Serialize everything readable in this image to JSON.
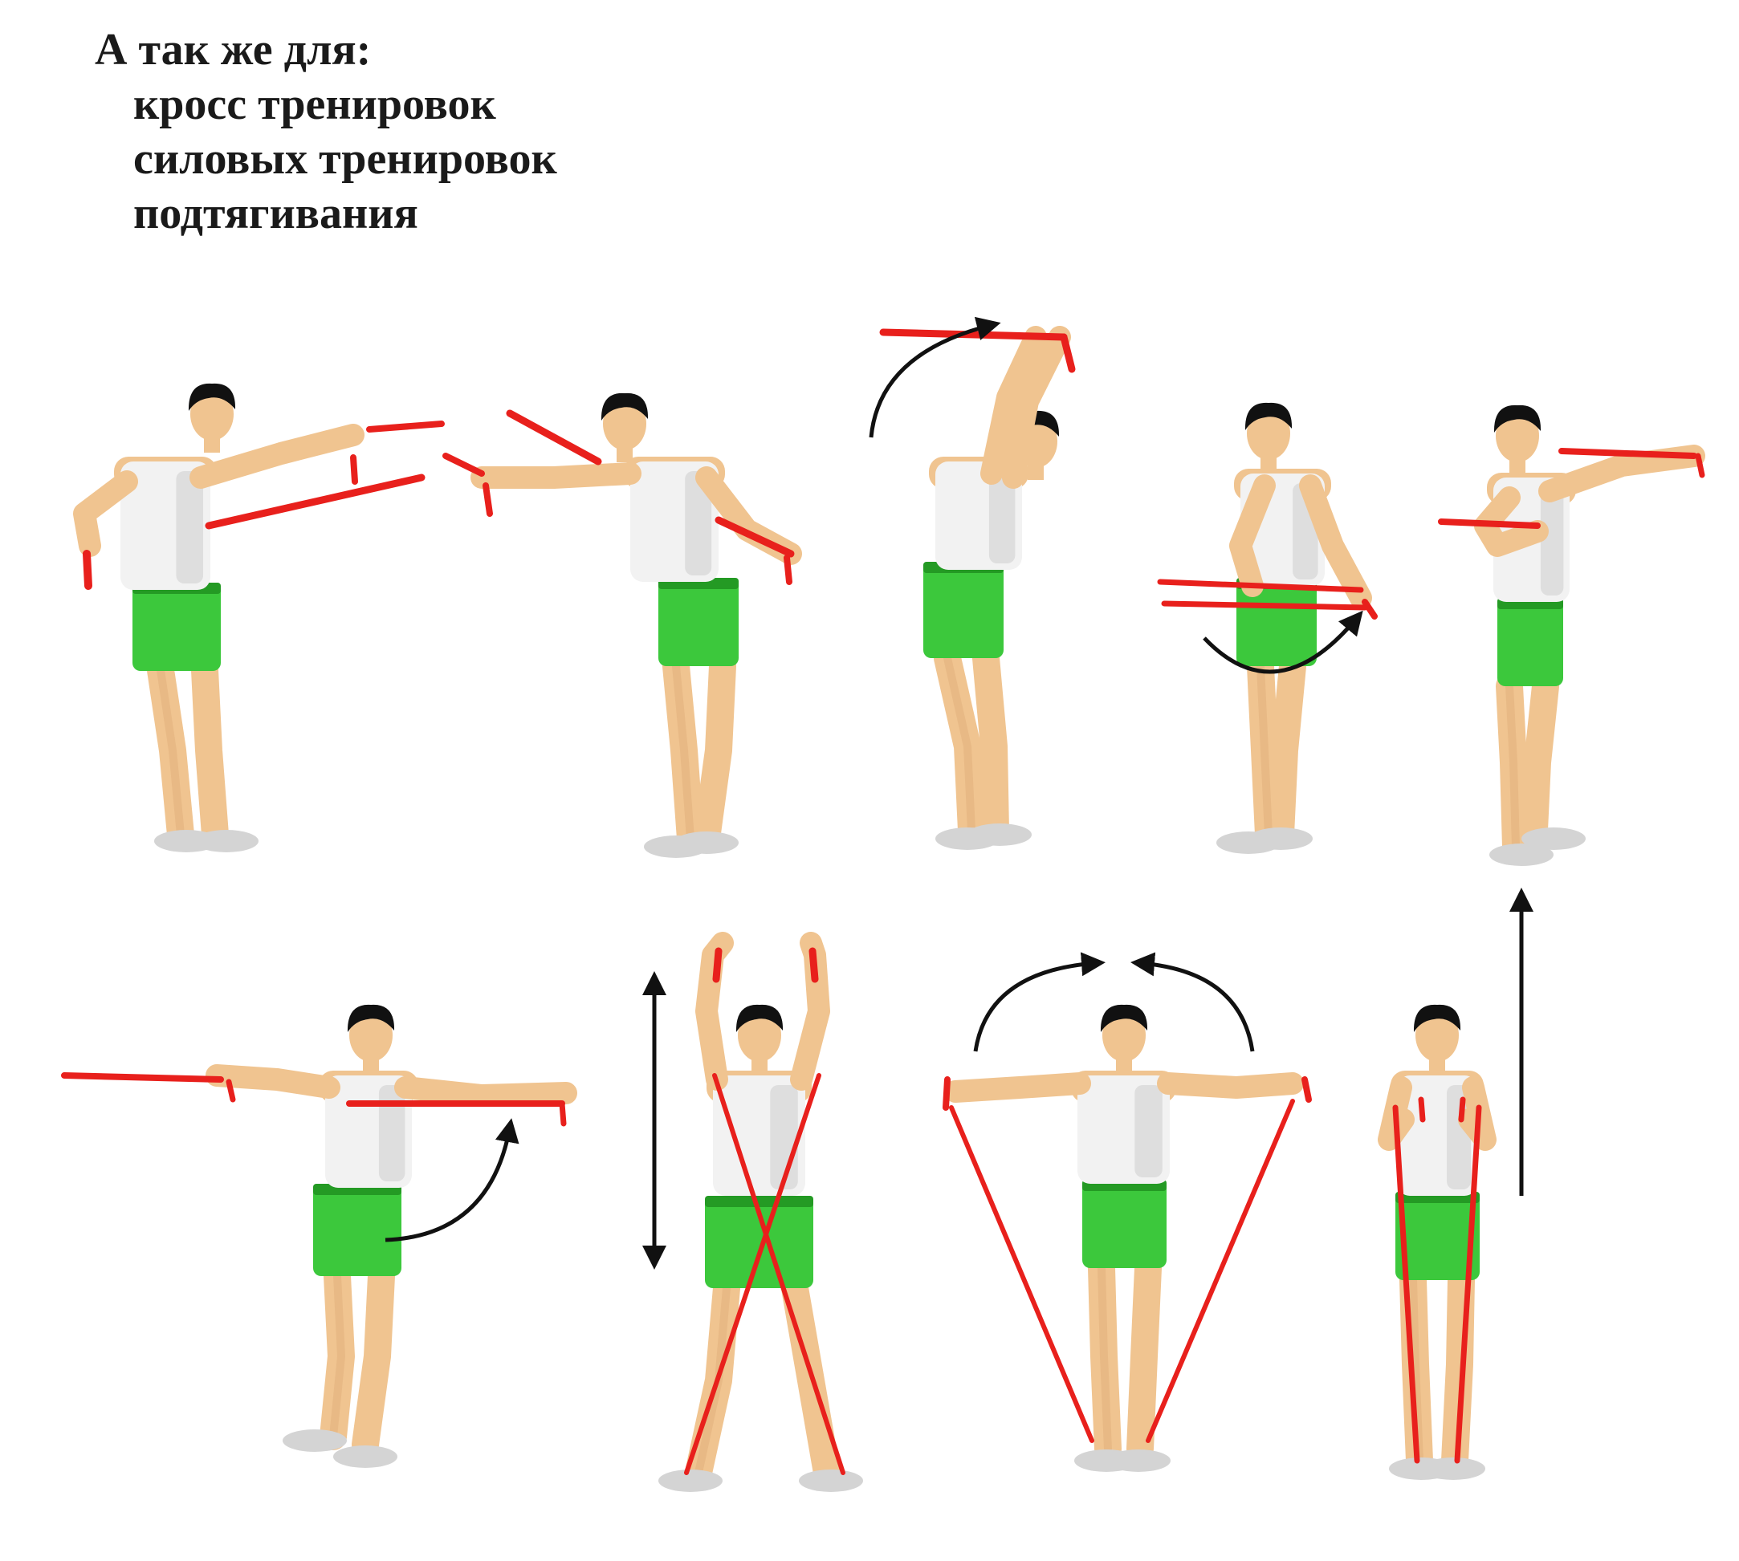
{
  "heading": {
    "title": "А так же для:",
    "items": [
      "кросс тренировок",
      "силовых тренировок",
      "подтягивания"
    ]
  },
  "colors": {
    "skin": "#f0c490",
    "skin_shade": "#d9a672",
    "hair": "#111111",
    "shirt": "#f2f2f2",
    "shirt_shade": "#c9c9c9",
    "shorts": "#3cc83c",
    "shorts_shade": "#249a24",
    "shoes": "#d4d4d4",
    "band": "#e8201c",
    "arrow": "#111111"
  },
  "figures": [
    {
      "name": "figure-back-pull-apart",
      "icon": "person-band-exercise-icon"
    },
    {
      "name": "figure-bent-side-pull",
      "icon": "person-band-exercise-icon"
    },
    {
      "name": "figure-overhead-stretch",
      "icon": "person-band-exercise-icon"
    },
    {
      "name": "figure-behind-back-pull",
      "icon": "person-band-exercise-icon"
    },
    {
      "name": "figure-front-pull",
      "icon": "person-band-exercise-icon"
    },
    {
      "name": "figure-lateral-arm-pull",
      "icon": "person-band-exercise-icon"
    },
    {
      "name": "figure-overhead-cross-press",
      "icon": "person-band-exercise-icon"
    },
    {
      "name": "figure-lateral-raise",
      "icon": "person-band-exercise-icon"
    },
    {
      "name": "figure-upright-row",
      "icon": "person-band-exercise-icon"
    }
  ]
}
